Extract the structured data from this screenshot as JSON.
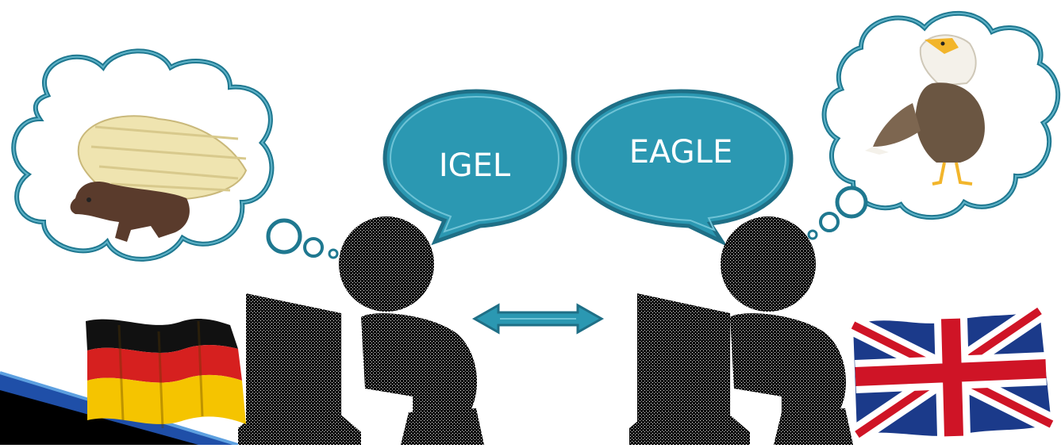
{
  "speech": {
    "left_word": "IGEL",
    "right_word": "EAGLE"
  },
  "thoughts": {
    "left_animal": "porcupine",
    "right_animal": "bald-eagle"
  },
  "flags": {
    "left": "germany-flag",
    "right": "united-kingdom-flag"
  },
  "colors": {
    "bubble_fill": "#2b98b2",
    "bubble_stroke": "#1f6f86",
    "cloud_stroke": "#1f7890",
    "silhouette": "#000000",
    "accent_bar": "#1f4fa8"
  },
  "icons": {
    "connector": "double-arrow-icon",
    "person": "person-at-computer-icon"
  }
}
